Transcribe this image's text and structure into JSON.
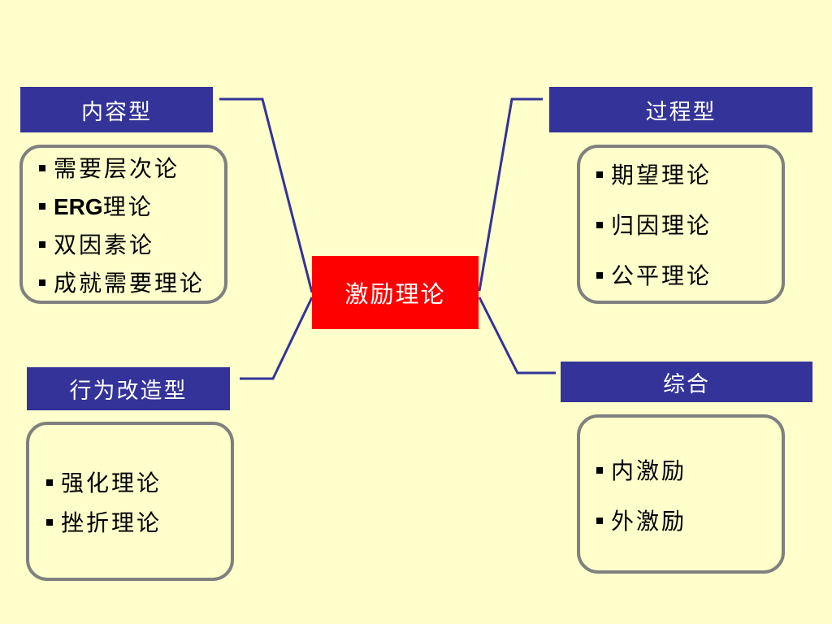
{
  "center": {
    "label": "激励理论"
  },
  "content_type": {
    "title": "内容型",
    "items": [
      "需要层次论",
      "ERG",
      "理论",
      "双因素论",
      "成就需要理论"
    ]
  },
  "process_type": {
    "title": "过程型",
    "items": [
      "期望理论",
      "归因理论",
      "公平理论"
    ]
  },
  "behavior_type": {
    "title": "行为改造型",
    "items": [
      "强化理论",
      "挫折理论"
    ]
  },
  "integrated_type": {
    "title": "综合",
    "items": [
      "内激励",
      "外激励"
    ]
  },
  "colors": {
    "background": "#FFFFCC",
    "header": "#333399",
    "center": "#FF0000",
    "connector": "#333399",
    "box_border": "#808080"
  }
}
